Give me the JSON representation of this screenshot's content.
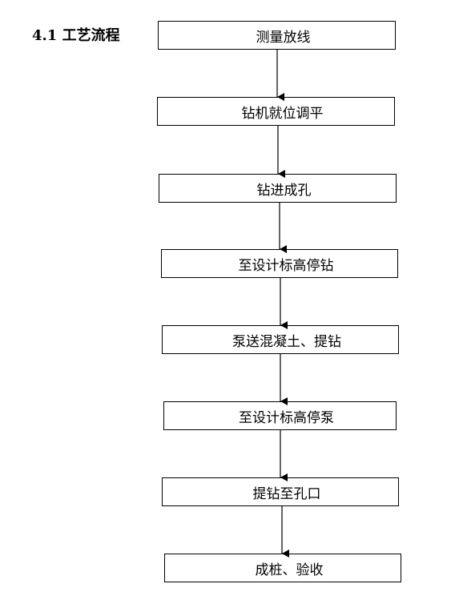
{
  "heading": "4.1 工艺流程",
  "steps": [
    "测量放线",
    "钻机就位调平",
    "钻进成孔",
    "至设计标高停钻",
    "泵送混凝土、提钻",
    "至设计标高停泵",
    "提钻至孔口",
    "成桩、验收"
  ]
}
